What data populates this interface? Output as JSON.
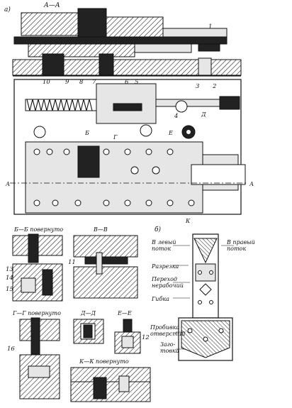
{
  "labels": {
    "part_a": "а)",
    "section_AA": "А—А",
    "part_b": "б)",
    "section_BB": "Б—Б повернуто",
    "section_VV": "В—В",
    "section_GG": "Г—Г повернуто",
    "section_DD": "Д—Д",
    "section_EE": "Е—Е",
    "section_KK": "К—К повернуто",
    "cut_A_left": "А",
    "cut_A_right": "А",
    "cut_B": "Б",
    "cut_G": "Г",
    "cut_D": "Д",
    "cut_E": "Е",
    "cut_K": "К"
  },
  "numbers": {
    "n1": "1",
    "n2": "2",
    "n3": "3",
    "n4": "4",
    "n5": "5",
    "n6": "6",
    "n7": "7",
    "n8": "8",
    "n9": "9",
    "n10": "10",
    "n11": "11",
    "n12": "12",
    "n13": "13",
    "n14": "14",
    "n15": "15",
    "n16": "16"
  },
  "strip": {
    "left_flow_1": "В левый",
    "left_flow_2": "поток",
    "right_flow_1": "В правый",
    "right_flow_2": "поток",
    "cut": "Разрезка",
    "idle_1": "Переход",
    "idle_2": "нерабочий",
    "bend": "Гибка",
    "pierce_1": "Пробивка",
    "pierce_2": "отверстий",
    "blank_1": "Заго-",
    "blank_2": "товка"
  }
}
